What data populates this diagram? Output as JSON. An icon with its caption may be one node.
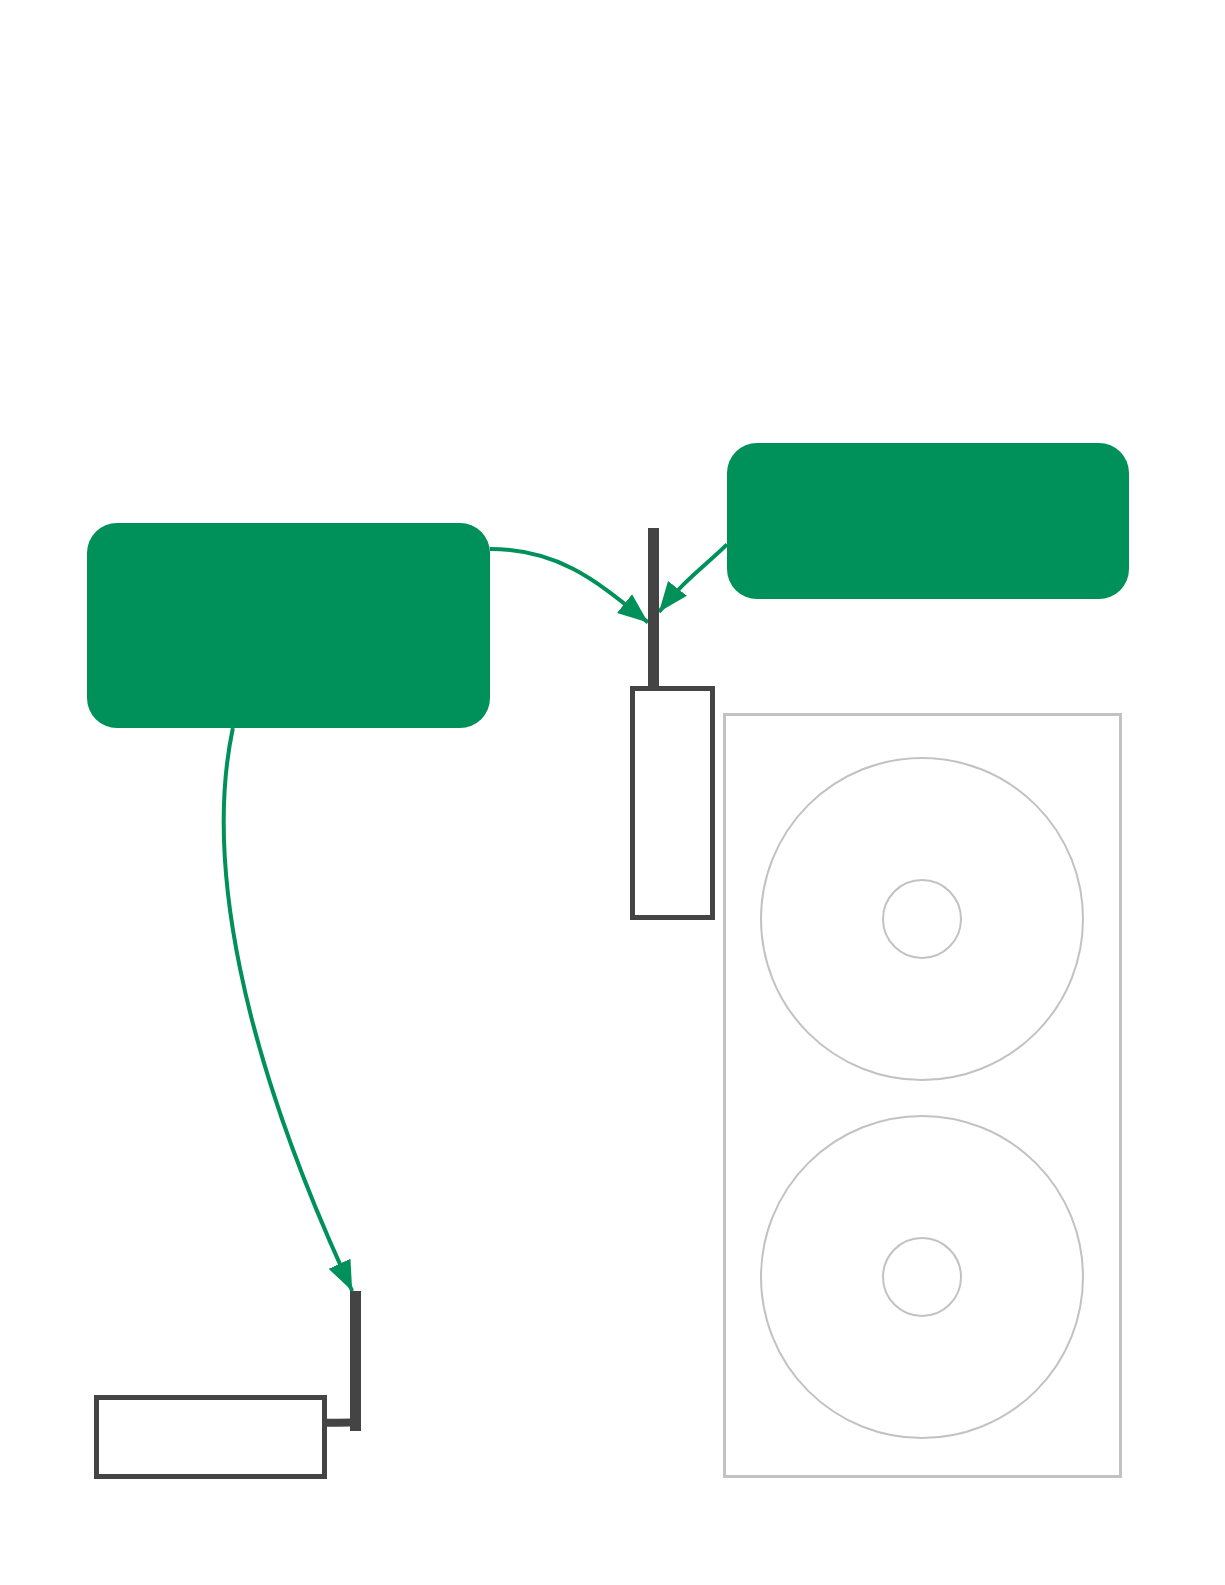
{
  "diagram": {
    "nodes": [
      {
        "text": [],
        "shape": "box"
      },
      {
        "text": [],
        "shape": "box"
      },
      {
        "text": [],
        "shape": "bar"
      },
      {
        "text": [],
        "shape": "bar"
      },
      {
        "text": [],
        "shape": "box"
      },
      {
        "text": [],
        "shape": "box"
      }
    ],
    "edges": [
      {
        "from": 0,
        "to": 2,
        "arrow": "to"
      },
      {
        "from": 1,
        "to": 2,
        "arrow": "to"
      },
      {
        "from": 0,
        "to": 3,
        "arrow": "to"
      },
      {
        "from": 5,
        "to": 3,
        "arrow": "none",
        "style": "thick",
        "color": "#444444"
      }
    ]
  }
}
